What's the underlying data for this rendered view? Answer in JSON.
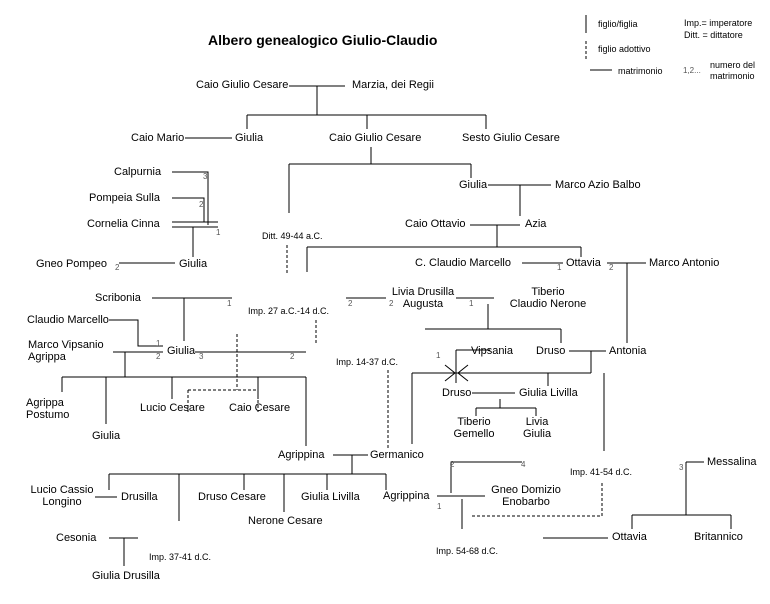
{
  "title": "Albero genealogico Giulio-Claudio",
  "legend": {
    "child": "figlio/figlia",
    "adopted": "figlio adottivo",
    "marriage": "matrimonio",
    "imp": "Imp.= imperatore",
    "ditt": "Ditt. = dittatore",
    "num_sample": "1,2...",
    "num_line1": "numero del",
    "num_line2": "matrimonio"
  },
  "people": {
    "caio_giulio_cesare_sr": "Caio Giulio Cesare",
    "marzia": "Marzia, dei Regii",
    "caio_mario": "Caio Mario",
    "giulia_1": "Giulia",
    "cesare": "Caio Giulio Cesare",
    "sesto": "Sesto Giulio Cesare",
    "calpurnia": "Calpurnia",
    "pompeia": "Pompeia Sulla",
    "cornelia": "Cornelia Cinna",
    "giulia_2": "Giulia",
    "balbo": "Marco Azio Balbo",
    "caio_ottavio": "Caio Ottavio",
    "azia": "Azia",
    "gneo_pompeo": "Gneo Pompeo",
    "giulia_3": "Giulia",
    "marcello_c": "C. Claudio Marcello",
    "ottavia": "Ottavia",
    "antonio": "Marco Antonio",
    "scribonia": "Scribonia",
    "livia_1": "Livia Drusilla",
    "livia_2": "Augusta",
    "tiberio_1": "Tiberio",
    "tiberio_2": "Claudio Nerone",
    "claudio_marcello": "Claudio Marcello",
    "agrippa_1": "Marco Vipsanio",
    "agrippa_2": "Agrippa",
    "giulia_4": "Giulia",
    "vipsania": "Vipsania",
    "druso_1": "Druso",
    "antonia": "Antonia",
    "agrippa_postumo_1": "Agrippa",
    "agrippa_postumo_2": "Postumo",
    "lucio": "Lucio Cesare",
    "caio_c": "Caio Cesare",
    "druso_2": "Druso",
    "livilla": "Giulia Livilla",
    "tib_gem_1": "Tiberio",
    "tib_gem_2": "Gemello",
    "livia_g_1": "Livia",
    "livia_g_2": "Giulia",
    "giulia_5": "Giulia",
    "agrippina_1": "Agrippina",
    "germanico": "Germanico",
    "messalina": "Messalina",
    "lucio_cassio_1": "Lucio Cassio",
    "lucio_cassio_2": "Longino",
    "drusilla": "Drusilla",
    "druso_cesare": "Druso Cesare",
    "giulia_livilla_2": "Giulia Livilla",
    "agrippina_2": "Agrippina",
    "domizio_1": "Gneo Domizio",
    "domizio_2": "Enobarbo",
    "nerone_cesare": "Nerone Cesare",
    "cesonia": "Cesonia",
    "ottavia_2": "Ottavia",
    "britannico": "Britannico",
    "giulia_drusilla": "Giulia Drusilla"
  },
  "notes": {
    "ditt": "Ditt. 49-44 a.C.",
    "imp_augusto": "Imp. 27 a.C.-14 d.C.",
    "imp_tiberio": "Imp. 14-37 d.C.",
    "imp_claudio": "Imp. 41-54 d.C.",
    "imp_caligola": "Imp. 37-41 d.C.",
    "imp_nerone": "Imp. 54-68 d.C."
  },
  "nums": {
    "n1": "1",
    "n2": "2",
    "n3": "3",
    "n4": "4"
  }
}
